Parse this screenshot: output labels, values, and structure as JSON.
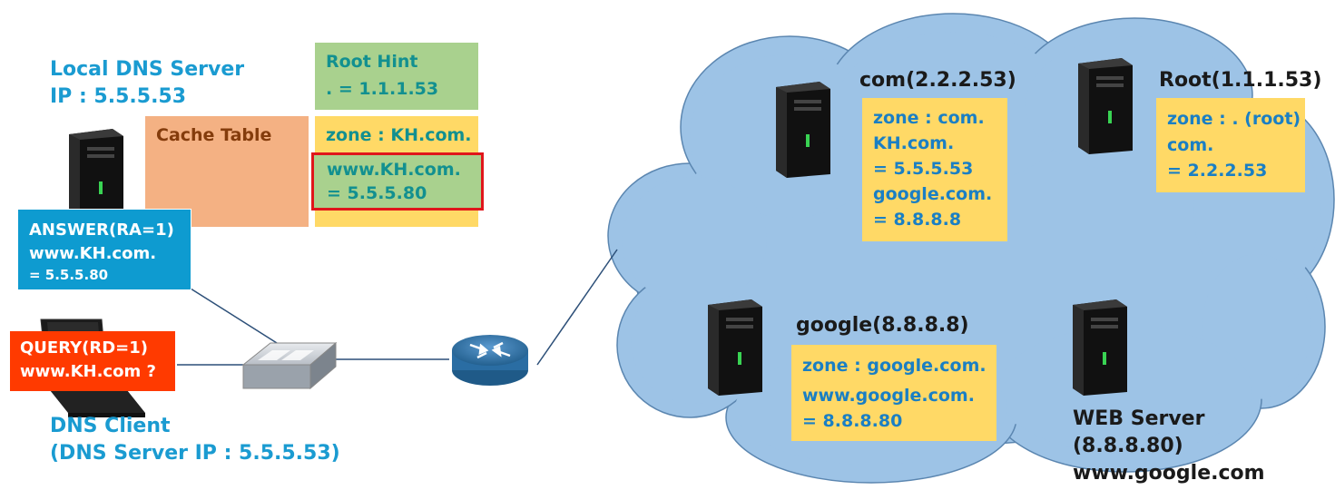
{
  "local_dns": {
    "title": "Local DNS Server",
    "ip": "IP : 5.5.5.53"
  },
  "cache_table": {
    "label": "Cache Table"
  },
  "root_hint": {
    "title": "Root Hint",
    "entry": ". = 1.1.1.53"
  },
  "kh_zone": {
    "zone": "zone : KH.com.",
    "record_line1": "www.KH.com.",
    "record_line2": "= 5.5.5.80"
  },
  "answer": {
    "line1": "ANSWER(RA=1)",
    "line2": "www.KH.com.",
    "line3": "= 5.5.5.80"
  },
  "query": {
    "line1": "QUERY(RD=1)",
    "line2": "www.KH.com ?"
  },
  "dns_client": {
    "title": "DNS Client",
    "server_ip": "(DNS Server IP : 5.5.5.53)"
  },
  "com_server": {
    "title": "com(2.2.2.53)",
    "zone": "zone : com.",
    "rec1a": "KH.com.",
    "rec1b": "= 5.5.5.53",
    "rec2a": "google.com.",
    "rec2b": "= 8.8.8.8"
  },
  "root_server": {
    "title": "Root(1.1.1.53)",
    "zone": "zone : . (root)",
    "rec1a": "com.",
    "rec1b": "= 2.2.2.53"
  },
  "google_server": {
    "title": "google(8.8.8.8)",
    "zone": "zone : google.com.",
    "rec1a": "www.google.com.",
    "rec1b": "= 8.8.8.80"
  },
  "web_server": {
    "line1": "WEB Server",
    "line2": "(8.8.8.80)",
    "line3": "www.google.com"
  },
  "colors": {
    "cloud": "#9dc3e6",
    "yellow": "#ffd966",
    "green": "#a9d18e",
    "orange": "#f4b183",
    "answer_blue": "#0e9bd0",
    "query_red": "#ff3a00",
    "highlight_border": "#e0161b"
  },
  "icons": [
    "server-icon",
    "laptop-icon",
    "switch-icon",
    "router-icon",
    "cloud-shape"
  ]
}
